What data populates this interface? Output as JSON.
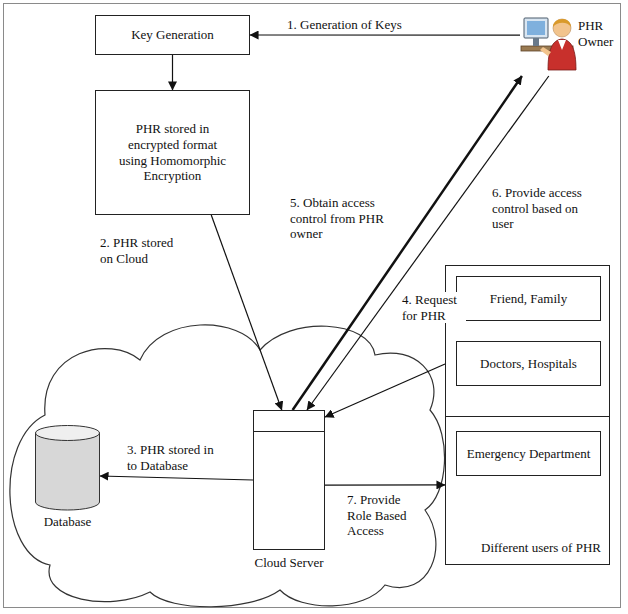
{
  "diagram": {
    "nodes": [
      {
        "text": [
          "Key Generation"
        ]
      },
      {
        "text": [
          "PHR Owner"
        ]
      },
      {
        "text": [
          "PHR stored in encrypted format using Homomorphic Encryption"
        ]
      },
      {
        "text": [
          "Different users of PHR"
        ]
      },
      {
        "text": [
          "Friend, Family"
        ],
        "in": 3
      },
      {
        "text": [
          "Doctors, Hospitals"
        ],
        "in": 3
      },
      {
        "text": [
          "Emergency Department"
        ],
        "in": 3
      },
      {
        "text": [
          "Database"
        ]
      },
      {
        "text": [
          "Cloud Server"
        ]
      }
    ],
    "edges": [
      {
        "from": 1,
        "to": 0,
        "arrow": "to",
        "label": "1. Generation of Keys"
      },
      {
        "from": 0,
        "to": 2,
        "arrow": "to"
      },
      {
        "from": 2,
        "to": 8,
        "arrow": "to",
        "label": "2. PHR stored on Cloud"
      },
      {
        "from": 8,
        "to": 7,
        "arrow": "to",
        "label": "3. PHR stored in to Database"
      },
      {
        "from": 3,
        "to": 8,
        "arrow": "to",
        "label": "4. Request for PHR"
      },
      {
        "from": 8,
        "to": 1,
        "arrow": "to",
        "label": "5. Obtain access control from PHR owner"
      },
      {
        "from": 1,
        "to": 8,
        "arrow": "to",
        "label": "6. Provide access control based on user"
      },
      {
        "from": 8,
        "to": 3,
        "arrow": "to",
        "label": "7. Provide Role Based Access"
      }
    ]
  }
}
